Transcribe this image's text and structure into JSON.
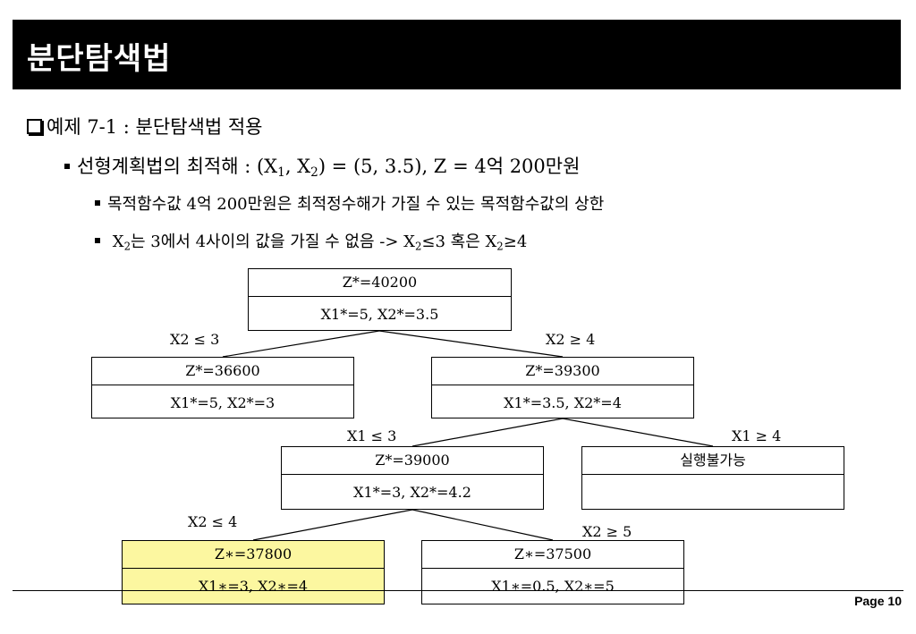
{
  "title": "분단탐색법",
  "lines": {
    "l1": "예제 7-1 : 분단탐색법 적용",
    "l2_pre": "선형계획법의 최적해 : (X",
    "l2_s1": "1",
    "l2_mid": ", X",
    "l2_s2": "2",
    "l2_post": ") = (5, 3.5), Z = 4억 200만원",
    "l3": "목적함수값 4억 200만원은 최적정수해가 가질 수 있는 목적함수값의 상한",
    "l4_a": "X",
    "l4_s1": "2",
    "l4_b": "는 3에서 4사이의 값을 가질 수 없음 -> X",
    "l4_s2": "2",
    "l4_c": "≤3 혹은 X",
    "l4_s3": "2",
    "l4_d": "≥4"
  },
  "nodes": {
    "root": {
      "z": "Z*=40200",
      "x": "X1*=5, X2*=3.5"
    },
    "n1": {
      "z": "Z*=36600",
      "x": "X1*=5, X2*=3"
    },
    "n2": {
      "z": "Z*=39300",
      "x": "X1*=3.5, X2*=4"
    },
    "n3": {
      "z": "Z*=39000",
      "x": "X1*=3, X2*=4.2"
    },
    "n4": {
      "z": "실행불가능",
      "x": ""
    },
    "n5": {
      "z": "Z∗=37800",
      "x": "X1∗=3, X2∗=4"
    },
    "n6": {
      "z": "Z∗=37500",
      "x": "X1∗=0.5, X2∗=5"
    }
  },
  "edge_labels": {
    "e1": "X2 ≤ 3",
    "e2": "X2 ≥ 4",
    "e3": "X1 ≤ 3",
    "e4": "X1 ≥ 4",
    "e5": "X2 ≤ 4",
    "e6": "X2 ≥ 5"
  },
  "highlight_color": "#fcf7a0",
  "page": "Page 10"
}
